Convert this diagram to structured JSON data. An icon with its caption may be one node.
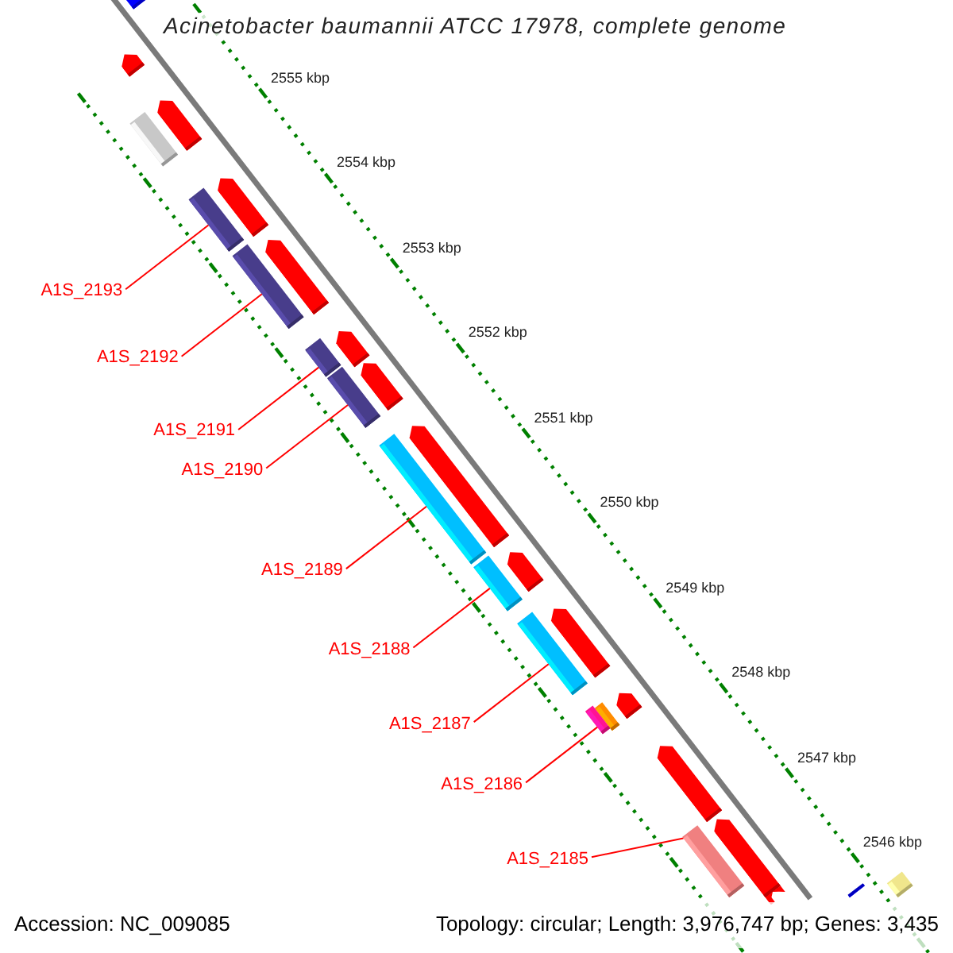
{
  "diagram": {
    "title": "Acinetobacter baumannii ATCC 17978, complete genome",
    "nodes": [
      {
        "text": [],
        "shape": "bar"
      },
      {
        "text": [],
        "shape": "bar"
      },
      {
        "text": [],
        "shape": "bar"
      },
      {
        "text": [],
        "shape": "bar"
      },
      {
        "text": [],
        "shape": "bar"
      },
      {
        "text": [],
        "shape": "bar"
      },
      {
        "text": [],
        "shape": "bar"
      },
      {
        "text": [],
        "shape": "bar"
      },
      {
        "text": [],
        "shape": "bar"
      },
      {
        "text": [],
        "shape": "bar"
      },
      {
        "text": [],
        "shape": "bar"
      },
      {
        "text": [],
        "shape": "bar"
      },
      {
        "text": [],
        "shape": "bar"
      },
      {
        "text": [],
        "shape": "bar"
      },
      {
        "text": [],
        "shape": "bar"
      },
      {
        "text": [],
        "shape": "bar"
      },
      {
        "text": [],
        "shape": "bar"
      },
      {
        "text": [],
        "shape": "bar"
      },
      {
        "text": [],
        "shape": "bar"
      },
      {
        "text": [],
        "shape": "bar"
      },
      {
        "text": [],
        "shape": "bar"
      },
      {
        "text": [],
        "shape": "bar"
      },
      {
        "text": [],
        "shape": "bar"
      },
      {
        "text": [],
        "shape": "bar"
      },
      {
        "text": [],
        "shape": "bar"
      },
      {
        "text": [],
        "shape": "bar"
      },
      {
        "text": [],
        "shape": "bar"
      },
      {
        "text": [
          "A1S_2193"
        ]
      },
      {
        "text": [
          "A1S_2192"
        ]
      },
      {
        "text": [
          "A1S_2191"
        ]
      },
      {
        "text": [
          "A1S_2190"
        ]
      },
      {
        "text": [
          "A1S_2189"
        ]
      },
      {
        "text": [
          "A1S_2188"
        ]
      },
      {
        "text": [
          "A1S_2187"
        ]
      },
      {
        "text": [
          "A1S_2186"
        ]
      },
      {
        "text": [
          "A1S_2185"
        ]
      }
    ],
    "edges": [
      {
        "from": 27,
        "to": 5,
        "arrow": "none"
      },
      {
        "from": 28,
        "to": 7,
        "arrow": "none"
      },
      {
        "from": 29,
        "to": 9,
        "arrow": "none"
      },
      {
        "from": 30,
        "to": 10,
        "arrow": "none"
      },
      {
        "from": 31,
        "to": 13,
        "arrow": "none"
      },
      {
        "from": 32,
        "to": 15,
        "arrow": "none"
      },
      {
        "from": 33,
        "to": 17,
        "arrow": "none"
      },
      {
        "from": 34,
        "to": 20,
        "arrow": "none"
      },
      {
        "from": 35,
        "to": 23,
        "arrow": "none"
      }
    ],
    "labels": [
      "2555 kbp",
      "2554 kbp",
      "2553 kbp",
      "2552 kbp",
      "2551 kbp",
      "2550 kbp",
      "2549 kbp",
      "2548 kbp",
      "2547 kbp",
      "2546 kbp",
      "Accession: NC_009085",
      "Topology: circular; Length: 3,976,747 bp; Genes: 3,435"
    ]
  }
}
